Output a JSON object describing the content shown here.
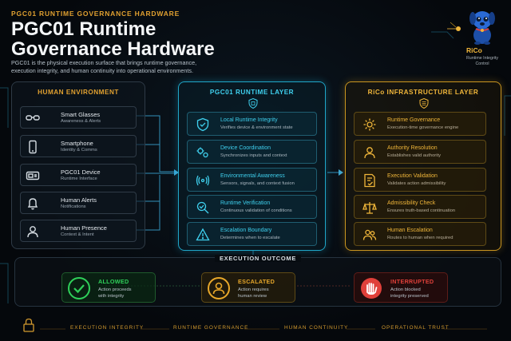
{
  "header": {
    "eyebrow": "PGC01 RUNTIME GOVERNANCE HARDWARE",
    "title_line1": "PGC01 Runtime",
    "title_line2": "Governance Hardware",
    "description": "PGC01 is the physical execution surface that brings runtime governance, execution integrity, and human continuity into operational environments."
  },
  "mascot": {
    "name": "RiCo",
    "subtitle_line1": "Runtime Integrity",
    "subtitle_line2": "Control"
  },
  "human_environment": {
    "title": "HUMAN ENVIRONMENT",
    "items": [
      {
        "icon": "glasses-icon",
        "name": "Smart Glasses",
        "sub": "Awareness & Alerts"
      },
      {
        "icon": "smartphone-icon",
        "name": "Smartphone",
        "sub": "Identity & Comms"
      },
      {
        "icon": "device-icon",
        "name": "PGC01 Device",
        "sub": "Runtime Interface"
      },
      {
        "icon": "bell-icon",
        "name": "Human Alerts",
        "sub": "Notifications"
      },
      {
        "icon": "person-icon",
        "name": "Human Presence",
        "sub": "Context & Intent"
      }
    ]
  },
  "runtime_layer": {
    "title": "PGC01 RUNTIME LAYER",
    "items": [
      {
        "icon": "shield-check-icon",
        "name": "Local Runtime Integrity",
        "sub": "Verifies device & environment state"
      },
      {
        "icon": "gears-icon",
        "name": "Device Coordination",
        "sub": "Synchronizes inputs and context"
      },
      {
        "icon": "radar-icon",
        "name": "Environmental Awareness",
        "sub": "Sensors, signals, and context fusion"
      },
      {
        "icon": "magnifier-check-icon",
        "name": "Runtime Verification",
        "sub": "Continuous validation of conditions"
      },
      {
        "icon": "warning-icon",
        "name": "Escalation Boundary",
        "sub": "Determines when to escalate"
      }
    ]
  },
  "infra_layer": {
    "title": "RiCo INFRASTRUCTURE LAYER",
    "items": [
      {
        "icon": "gear-icon",
        "name": "Runtime Governance",
        "sub": "Execution-time governance engine"
      },
      {
        "icon": "user-icon",
        "name": "Authority Resolution",
        "sub": "Establishes valid authority"
      },
      {
        "icon": "document-check-icon",
        "name": "Execution Validation",
        "sub": "Validates action admissibility"
      },
      {
        "icon": "scales-icon",
        "name": "Admissibility Check",
        "sub": "Ensures truth-based continuation"
      },
      {
        "icon": "people-icon",
        "name": "Human Escalation",
        "sub": "Routes to human when required"
      }
    ]
  },
  "outcome": {
    "title": "EXECUTION OUTCOME",
    "cards": [
      {
        "name": "ALLOWED",
        "sub_line1": "Action proceeds",
        "sub_line2": "with integrity",
        "color": "#2fd05a"
      },
      {
        "name": "ESCALATED",
        "sub_line1": "Action requires",
        "sub_line2": "human review",
        "color": "#e8a82a"
      },
      {
        "name": "INTERRUPTED",
        "sub_line1": "Action blocked",
        "sub_line2": "integrity preserved",
        "color": "#e0403a"
      }
    ]
  },
  "footer": {
    "items": [
      "EXECUTION INTEGRITY",
      "RUNTIME GOVERNANCE",
      "HUMAN CONTINUITY",
      "OPERATIONAL TRUST"
    ]
  },
  "colors": {
    "accent_gold": "#e0a030",
    "accent_cyan": "#1fa6c8",
    "allowed": "#2fd05a",
    "escalated": "#e8a82a",
    "interrupted": "#e0403a"
  }
}
